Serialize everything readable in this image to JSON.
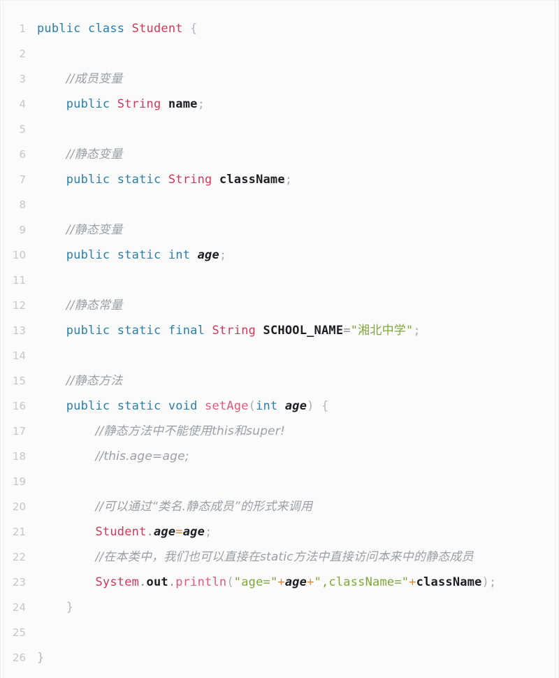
{
  "editor": {
    "language": "java",
    "theme_background": "#fbfbfb",
    "first_line": 1,
    "last_line": 26,
    "total_lines": 26,
    "colors": {
      "keyword": "#2d7fa8",
      "type": "#d1395b",
      "method": "#e05a78",
      "identifier": "#1b1f23",
      "comment": "#9aa0a6",
      "string": "#7fa73c",
      "operator": "#d9883a",
      "punctuation": "#a9b0b6",
      "line_number": "#c3c7cb"
    }
  },
  "lines": [
    {
      "n": "1",
      "tokens": [
        {
          "t": "public",
          "c": "kw"
        },
        {
          "t": " ",
          "c": "pun"
        },
        {
          "t": "class",
          "c": "kw"
        },
        {
          "t": " ",
          "c": "pun"
        },
        {
          "t": "Student",
          "c": "typ"
        },
        {
          "t": " ",
          "c": "pun"
        },
        {
          "t": "{",
          "c": "brc"
        }
      ]
    },
    {
      "n": "2",
      "tokens": []
    },
    {
      "n": "3",
      "tokens": [
        {
          "t": "    ",
          "c": "pun"
        },
        {
          "t": "//成员变量",
          "c": "cmt"
        }
      ]
    },
    {
      "n": "4",
      "tokens": [
        {
          "t": "    ",
          "c": "pun"
        },
        {
          "t": "public",
          "c": "kw"
        },
        {
          "t": " ",
          "c": "pun"
        },
        {
          "t": "String",
          "c": "typ"
        },
        {
          "t": " ",
          "c": "pun"
        },
        {
          "t": "name",
          "c": "nam"
        },
        {
          "t": ";",
          "c": "pun"
        }
      ]
    },
    {
      "n": "5",
      "tokens": []
    },
    {
      "n": "6",
      "tokens": [
        {
          "t": "    ",
          "c": "pun"
        },
        {
          "t": "//静态变量",
          "c": "cmt"
        }
      ]
    },
    {
      "n": "7",
      "tokens": [
        {
          "t": "    ",
          "c": "pun"
        },
        {
          "t": "public",
          "c": "kw"
        },
        {
          "t": " ",
          "c": "pun"
        },
        {
          "t": "static",
          "c": "kw"
        },
        {
          "t": " ",
          "c": "pun"
        },
        {
          "t": "String",
          "c": "typ"
        },
        {
          "t": " ",
          "c": "pun"
        },
        {
          "t": "className",
          "c": "nam"
        },
        {
          "t": ";",
          "c": "pun"
        }
      ]
    },
    {
      "n": "8",
      "tokens": []
    },
    {
      "n": "9",
      "tokens": [
        {
          "t": "    ",
          "c": "pun"
        },
        {
          "t": "//静态变量",
          "c": "cmt"
        }
      ]
    },
    {
      "n": "10",
      "tokens": [
        {
          "t": "    ",
          "c": "pun"
        },
        {
          "t": "public",
          "c": "kw"
        },
        {
          "t": " ",
          "c": "pun"
        },
        {
          "t": "static",
          "c": "kw"
        },
        {
          "t": " ",
          "c": "pun"
        },
        {
          "t": "int",
          "c": "kw"
        },
        {
          "t": " ",
          "c": "pun"
        },
        {
          "t": "age",
          "c": "itl"
        },
        {
          "t": ";",
          "c": "pun"
        }
      ]
    },
    {
      "n": "11",
      "tokens": []
    },
    {
      "n": "12",
      "tokens": [
        {
          "t": "    ",
          "c": "pun"
        },
        {
          "t": "//静态常量",
          "c": "cmt"
        }
      ]
    },
    {
      "n": "13",
      "tokens": [
        {
          "t": "    ",
          "c": "pun"
        },
        {
          "t": "public",
          "c": "kw"
        },
        {
          "t": " ",
          "c": "pun"
        },
        {
          "t": "static",
          "c": "kw"
        },
        {
          "t": " ",
          "c": "pun"
        },
        {
          "t": "final",
          "c": "kw"
        },
        {
          "t": " ",
          "c": "pun"
        },
        {
          "t": "String",
          "c": "typ"
        },
        {
          "t": " ",
          "c": "pun"
        },
        {
          "t": "SCHOOL_NAME",
          "c": "nam"
        },
        {
          "t": "=",
          "c": "dot"
        },
        {
          "t": "\"湘北中学\"",
          "c": "str"
        },
        {
          "t": ";",
          "c": "pun"
        }
      ]
    },
    {
      "n": "14",
      "tokens": []
    },
    {
      "n": "15",
      "tokens": [
        {
          "t": "    ",
          "c": "pun"
        },
        {
          "t": "//静态方法",
          "c": "cmt"
        }
      ]
    },
    {
      "n": "16",
      "tokens": [
        {
          "t": "    ",
          "c": "pun"
        },
        {
          "t": "public",
          "c": "kw"
        },
        {
          "t": " ",
          "c": "pun"
        },
        {
          "t": "static",
          "c": "kw"
        },
        {
          "t": " ",
          "c": "pun"
        },
        {
          "t": "void",
          "c": "kw"
        },
        {
          "t": " ",
          "c": "pun"
        },
        {
          "t": "setAge",
          "c": "mth"
        },
        {
          "t": "(",
          "c": "pun"
        },
        {
          "t": "int",
          "c": "kw"
        },
        {
          "t": " ",
          "c": "pun"
        },
        {
          "t": "age",
          "c": "itl"
        },
        {
          "t": ")",
          "c": "pun"
        },
        {
          "t": " ",
          "c": "pun"
        },
        {
          "t": "{",
          "c": "brc"
        }
      ]
    },
    {
      "n": "17",
      "tokens": [
        {
          "t": "        ",
          "c": "pun"
        },
        {
          "t": "//静态方法中不能使用this和super!",
          "c": "cmt"
        }
      ]
    },
    {
      "n": "18",
      "tokens": [
        {
          "t": "        ",
          "c": "pun"
        },
        {
          "t": "//this.age=age;",
          "c": "cmt"
        }
      ]
    },
    {
      "n": "19",
      "tokens": []
    },
    {
      "n": "20",
      "tokens": [
        {
          "t": "        ",
          "c": "pun"
        },
        {
          "t": "//可以通过“类名.静态成员”的形式来调用",
          "c": "cmt"
        }
      ]
    },
    {
      "n": "21",
      "tokens": [
        {
          "t": "        ",
          "c": "pun"
        },
        {
          "t": "Student",
          "c": "typ"
        },
        {
          "t": ".",
          "c": "dot"
        },
        {
          "t": "age",
          "c": "itl"
        },
        {
          "t": "=",
          "c": "op"
        },
        {
          "t": "age",
          "c": "itl"
        },
        {
          "t": ";",
          "c": "pun"
        }
      ]
    },
    {
      "n": "22",
      "tokens": [
        {
          "t": "        ",
          "c": "pun"
        },
        {
          "t": "//在本类中，我们也可以直接在static方法中直接访问本来中的静态成员",
          "c": "cmt"
        }
      ]
    },
    {
      "n": "23",
      "tokens": [
        {
          "t": "        ",
          "c": "pun"
        },
        {
          "t": "System",
          "c": "typ"
        },
        {
          "t": ".",
          "c": "dot"
        },
        {
          "t": "out",
          "c": "nam"
        },
        {
          "t": ".",
          "c": "dot"
        },
        {
          "t": "println",
          "c": "mth"
        },
        {
          "t": "(",
          "c": "pun"
        },
        {
          "t": "\"age=\"",
          "c": "str"
        },
        {
          "t": "+",
          "c": "op"
        },
        {
          "t": "age",
          "c": "itl"
        },
        {
          "t": "+",
          "c": "op"
        },
        {
          "t": "\",className=\"",
          "c": "str"
        },
        {
          "t": "+",
          "c": "op"
        },
        {
          "t": "className",
          "c": "nam"
        },
        {
          "t": ")",
          "c": "pun"
        },
        {
          "t": ";",
          "c": "pun"
        }
      ]
    },
    {
      "n": "24",
      "tokens": [
        {
          "t": "    ",
          "c": "pun"
        },
        {
          "t": "}",
          "c": "brc"
        }
      ]
    },
    {
      "n": "25",
      "tokens": []
    },
    {
      "n": "26",
      "tokens": [
        {
          "t": "}",
          "c": "brc"
        }
      ]
    }
  ],
  "source_text": "public class Student {\n\n    //成员变量\n    public String name;\n\n    //静态变量\n    public static String className;\n\n    //静态变量\n    public static int age;\n\n    //静态常量\n    public static final String SCHOOL_NAME=\"湘北中学\";\n\n    //静态方法\n    public static void setAge(int age) {\n        //静态方法中不能使用this和super!\n        //this.age=age;\n\n        //可以通过“类名.静态成员”的形式来调用\n        Student.age=age;\n        //在本类中，我们也可以直接在static方法中直接访问本来中的静态成员\n        System.out.println(\"age=\"+age+\",className=\"+className);\n    }\n\n}"
}
